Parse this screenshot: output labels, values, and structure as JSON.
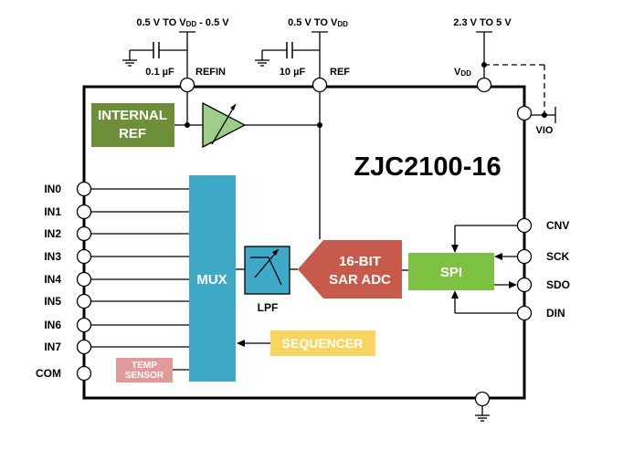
{
  "chip_title": "ZJC2100-16",
  "supplies": {
    "refin_range": "0.5 V TO V",
    "refin_range_sub": "DD",
    "refin_range_tail": " - 0.5 V",
    "ref_range": "0.5 V TO V",
    "ref_range_sub": "DD",
    "vdd_range": "2.3 V TO 5 V",
    "cap_refin": "0.1 µF",
    "cap_ref": "10 µF",
    "refin_label": "REFIN",
    "ref_label": "REF",
    "vdd_label": "V",
    "vdd_label_sub": "DD",
    "vio_label": "VIO"
  },
  "blocks": {
    "internal_ref_line1": "INTERNAL",
    "internal_ref_line2": "REF",
    "mux": "MUX",
    "lpf": "LPF",
    "adc_line1": "16-BIT",
    "adc_line2": "SAR ADC",
    "spi": "SPI",
    "sequencer": "SEQUENCER",
    "temp_line1": "TEMP",
    "temp_line2": "SENSOR"
  },
  "inputs": [
    "IN0",
    "IN1",
    "IN2",
    "IN3",
    "IN4",
    "IN5",
    "IN6",
    "IN7",
    "COM"
  ],
  "digital_pins": [
    "CNV",
    "SCK",
    "SDO",
    "DIN"
  ],
  "colors": {
    "internal_ref": "#6e8f3a",
    "mux": "#3eaac7",
    "lpf": "#3eaac7",
    "adc": "#c75a4a",
    "spi": "#7dc142",
    "sequencer": "#f8d562",
    "sequencer_text": "#ffffff",
    "temp": "#e2999a",
    "amp": "#9fce8b"
  }
}
